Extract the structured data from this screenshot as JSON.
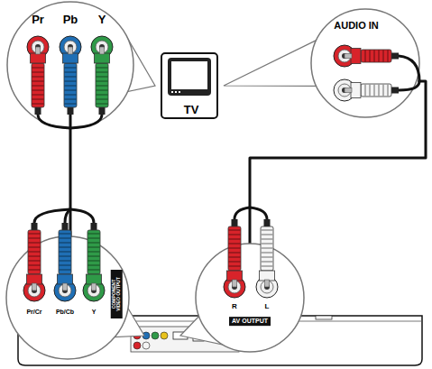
{
  "diagram": {
    "nodes": [
      {
        "text": [
          "Pr",
          "Pb",
          "Y"
        ]
      },
      {
        "text": [
          "TV"
        ]
      },
      {
        "text": [
          "AUDIO IN"
        ]
      },
      {
        "text": [
          "Pr/Cr",
          "Pb/Cb",
          "Y",
          "COMPONENT VIDEO OUTPUT"
        ]
      },
      {
        "text": [
          "R",
          "L",
          "AV OUTPUT"
        ]
      }
    ],
    "edges": [
      {
        "from": 0,
        "to": 3,
        "arrow": "none"
      },
      {
        "from": 2,
        "to": 4,
        "arrow": "none"
      }
    ]
  }
}
